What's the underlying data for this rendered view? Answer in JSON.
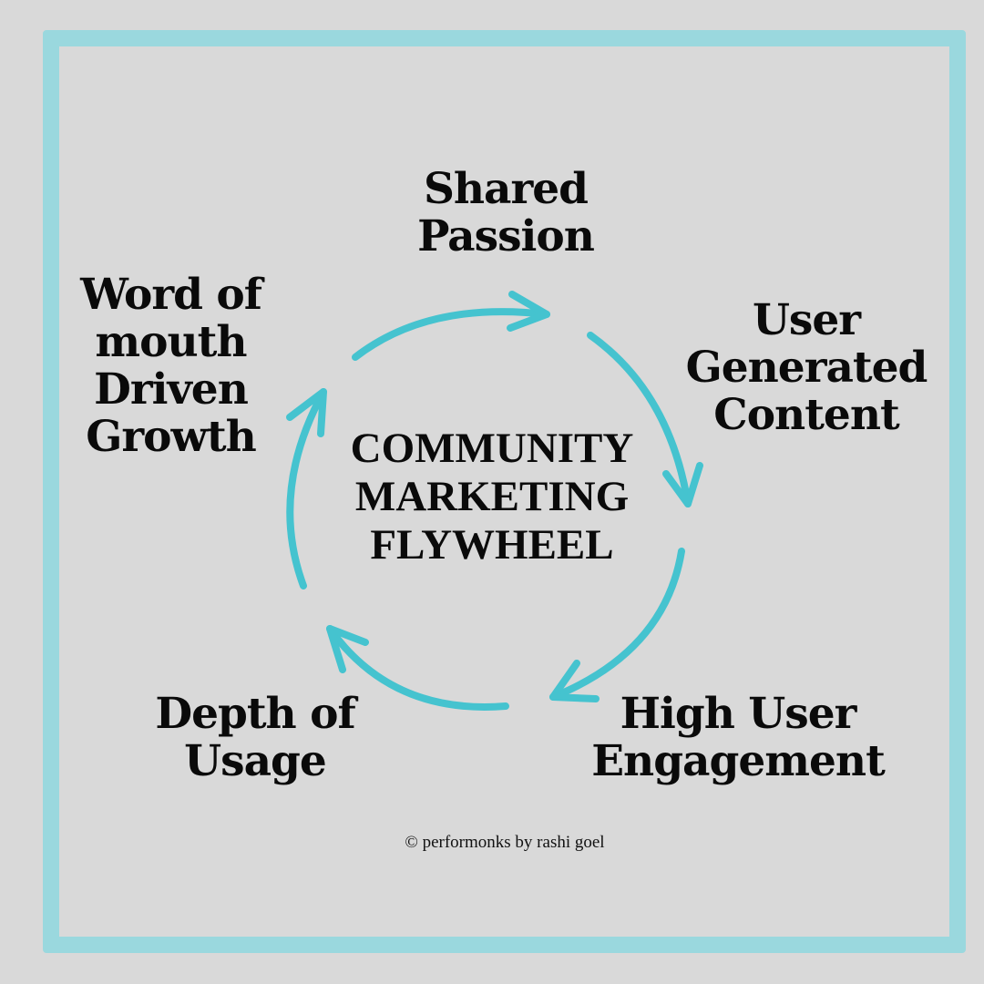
{
  "title": [
    "COMMUNITY",
    "MARKETING",
    "FLYWHEEL"
  ],
  "stages": [
    {
      "lines": [
        "Shared",
        "Passion"
      ]
    },
    {
      "lines": [
        "User",
        "Generated",
        "Content"
      ]
    },
    {
      "lines": [
        "High User",
        "Engagement"
      ]
    },
    {
      "lines": [
        "Depth of",
        "Usage"
      ]
    },
    {
      "lines": [
        "Word of",
        "mouth",
        "Driven",
        "Growth"
      ]
    }
  ],
  "credit": "© performonks by rashi goel",
  "colors": {
    "background": "#d9d9d9",
    "frame": "#9ad8de",
    "arrow": "#45c3cf",
    "text": "#0a0a0a"
  }
}
